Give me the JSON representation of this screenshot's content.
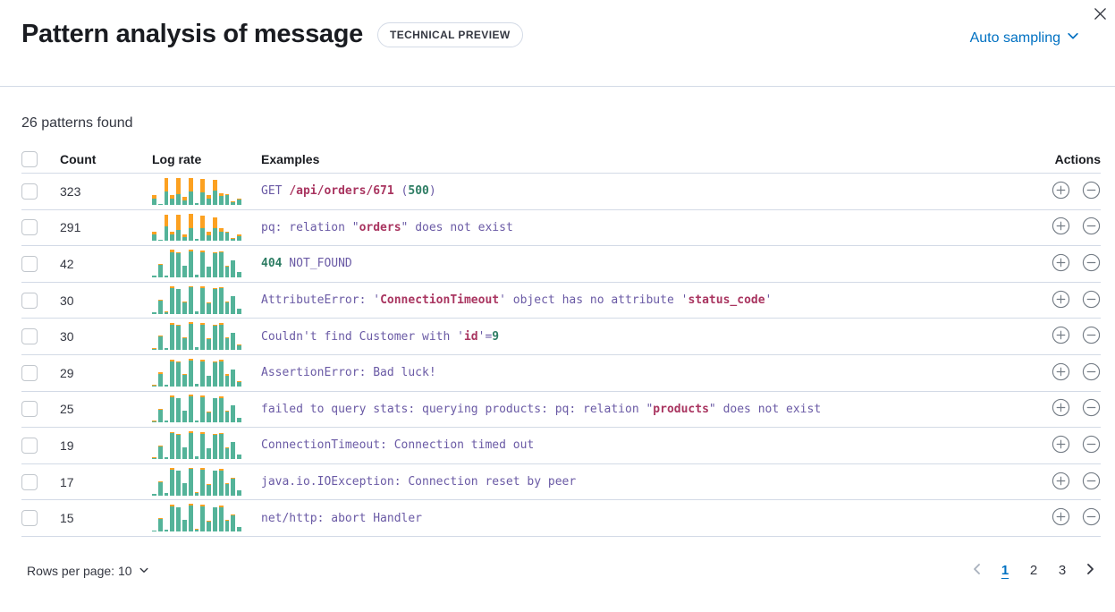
{
  "colors": {
    "accent_blue": "#0071c2",
    "bar_green": "#54b399",
    "bar_orange": "#fca121",
    "code_purple": "#6a5aa5",
    "code_crimson": "#a93560",
    "code_green": "#2e7d64",
    "divider": "#d3dae6"
  },
  "header": {
    "title": "Pattern analysis of message",
    "badge": "TECHNICAL PREVIEW",
    "sampling_label": "Auto sampling",
    "close_icon": "close-x"
  },
  "summary": "26 patterns found",
  "table": {
    "columns": {
      "count": "Count",
      "log_rate": "Log rate",
      "examples": "Examples",
      "actions": "Actions"
    },
    "rows": [
      {
        "count": "323",
        "spark": {
          "g": [
            20,
            4,
            46,
            22,
            38,
            16,
            46,
            6,
            42,
            22,
            48,
            30,
            34,
            10,
            18
          ],
          "o": [
            14,
            0,
            46,
            12,
            54,
            12,
            48,
            0,
            48,
            12,
            38,
            10,
            4,
            2,
            4
          ]
        },
        "example": [
          [
            "GET ",
            "p"
          ],
          [
            "/api/orders/671",
            "c"
          ],
          [
            " (",
            "p"
          ],
          [
            "500",
            "g"
          ],
          [
            ")",
            "p"
          ]
        ]
      },
      {
        "count": "291",
        "spark": {
          "g": [
            22,
            5,
            50,
            24,
            40,
            14,
            44,
            6,
            44,
            20,
            46,
            32,
            30,
            8,
            16
          ],
          "o": [
            12,
            0,
            42,
            10,
            52,
            10,
            50,
            0,
            46,
            14,
            36,
            12,
            4,
            2,
            6
          ]
        },
        "example": [
          [
            "pq: relation \"",
            "p"
          ],
          [
            "orders",
            "c"
          ],
          [
            "\" does not exist",
            "p"
          ]
        ]
      },
      {
        "count": "42",
        "spark": {
          "g": [
            5,
            44,
            6,
            88,
            84,
            40,
            90,
            8,
            88,
            36,
            84,
            86,
            38,
            58,
            18
          ],
          "o": [
            1,
            4,
            1,
            8,
            2,
            2,
            6,
            1,
            6,
            2,
            2,
            6,
            4,
            2,
            1
          ]
        },
        "example": [
          [
            "404",
            "g"
          ],
          [
            " NOT_FOUND",
            "p"
          ]
        ]
      },
      {
        "count": "30",
        "spark": {
          "g": [
            4,
            45,
            6,
            90,
            85,
            40,
            92,
            8,
            90,
            36,
            86,
            88,
            38,
            60,
            16
          ],
          "o": [
            1,
            3,
            1,
            5,
            2,
            2,
            5,
            1,
            5,
            2,
            2,
            5,
            3,
            2,
            1
          ]
        },
        "example": [
          [
            "AttributeError: '",
            "p"
          ],
          [
            "ConnectionTimeout",
            "c"
          ],
          [
            "' object has no attribute '",
            "p"
          ],
          [
            "status_code",
            "c"
          ],
          [
            "'",
            "p"
          ]
        ]
      },
      {
        "count": "30",
        "spark": {
          "g": [
            5,
            46,
            7,
            89,
            86,
            42,
            91,
            9,
            89,
            38,
            85,
            87,
            40,
            59,
            17
          ],
          "o": [
            1,
            6,
            1,
            6,
            2,
            2,
            6,
            1,
            6,
            2,
            2,
            6,
            4,
            2,
            1
          ]
        },
        "example": [
          [
            "Couldn't find Customer with '",
            "p"
          ],
          [
            "id",
            "c"
          ],
          [
            "'=",
            "p"
          ],
          [
            "9",
            "g"
          ]
        ]
      },
      {
        "count": "29",
        "spark": {
          "g": [
            4,
            44,
            6,
            88,
            84,
            40,
            90,
            8,
            88,
            36,
            84,
            86,
            38,
            58,
            16
          ],
          "o": [
            1,
            4,
            1,
            6,
            3,
            2,
            6,
            1,
            6,
            2,
            2,
            6,
            4,
            2,
            1
          ]
        },
        "example": [
          [
            "AssertionError: Bad luck!",
            "p"
          ]
        ]
      },
      {
        "count": "25",
        "spark": {
          "g": [
            5,
            45,
            6,
            90,
            85,
            41,
            91,
            8,
            89,
            37,
            85,
            87,
            39,
            59,
            17
          ],
          "o": [
            1,
            4,
            1,
            6,
            2,
            2,
            6,
            1,
            6,
            2,
            2,
            6,
            4,
            2,
            1
          ]
        },
        "example": [
          [
            "failed to query stats: querying products: pq: relation \"",
            "p"
          ],
          [
            "products",
            "c"
          ],
          [
            "\" does not exist",
            "p"
          ]
        ]
      },
      {
        "count": "19",
        "spark": {
          "g": [
            4,
            44,
            6,
            89,
            84,
            40,
            90,
            8,
            88,
            36,
            84,
            86,
            38,
            58,
            16
          ],
          "o": [
            1,
            4,
            1,
            6,
            2,
            2,
            6,
            1,
            6,
            2,
            2,
            6,
            4,
            2,
            1
          ]
        },
        "example": [
          [
            "ConnectionTimeout: Connection timed out",
            "p"
          ]
        ]
      },
      {
        "count": "17",
        "spark": {
          "g": [
            5,
            45,
            7,
            90,
            85,
            41,
            91,
            9,
            89,
            37,
            85,
            87,
            39,
            59,
            17
          ],
          "o": [
            1,
            4,
            1,
            6,
            2,
            2,
            6,
            1,
            6,
            2,
            2,
            6,
            4,
            2,
            1
          ]
        },
        "example": [
          [
            "java.io.IOException: Connection reset by peer",
            "p"
          ]
        ]
      },
      {
        "count": "15",
        "spark": {
          "g": [
            4,
            44,
            6,
            88,
            84,
            40,
            90,
            8,
            88,
            36,
            84,
            86,
            38,
            58,
            16
          ],
          "o": [
            1,
            4,
            1,
            6,
            2,
            2,
            6,
            1,
            6,
            2,
            2,
            6,
            4,
            2,
            1
          ]
        },
        "example": [
          [
            "net/http: abort Handler",
            "p"
          ]
        ]
      }
    ]
  },
  "footer": {
    "rows_per_page": "Rows per page: 10",
    "pagination": {
      "pages": [
        "1",
        "2",
        "3"
      ],
      "active_page": "1"
    }
  }
}
